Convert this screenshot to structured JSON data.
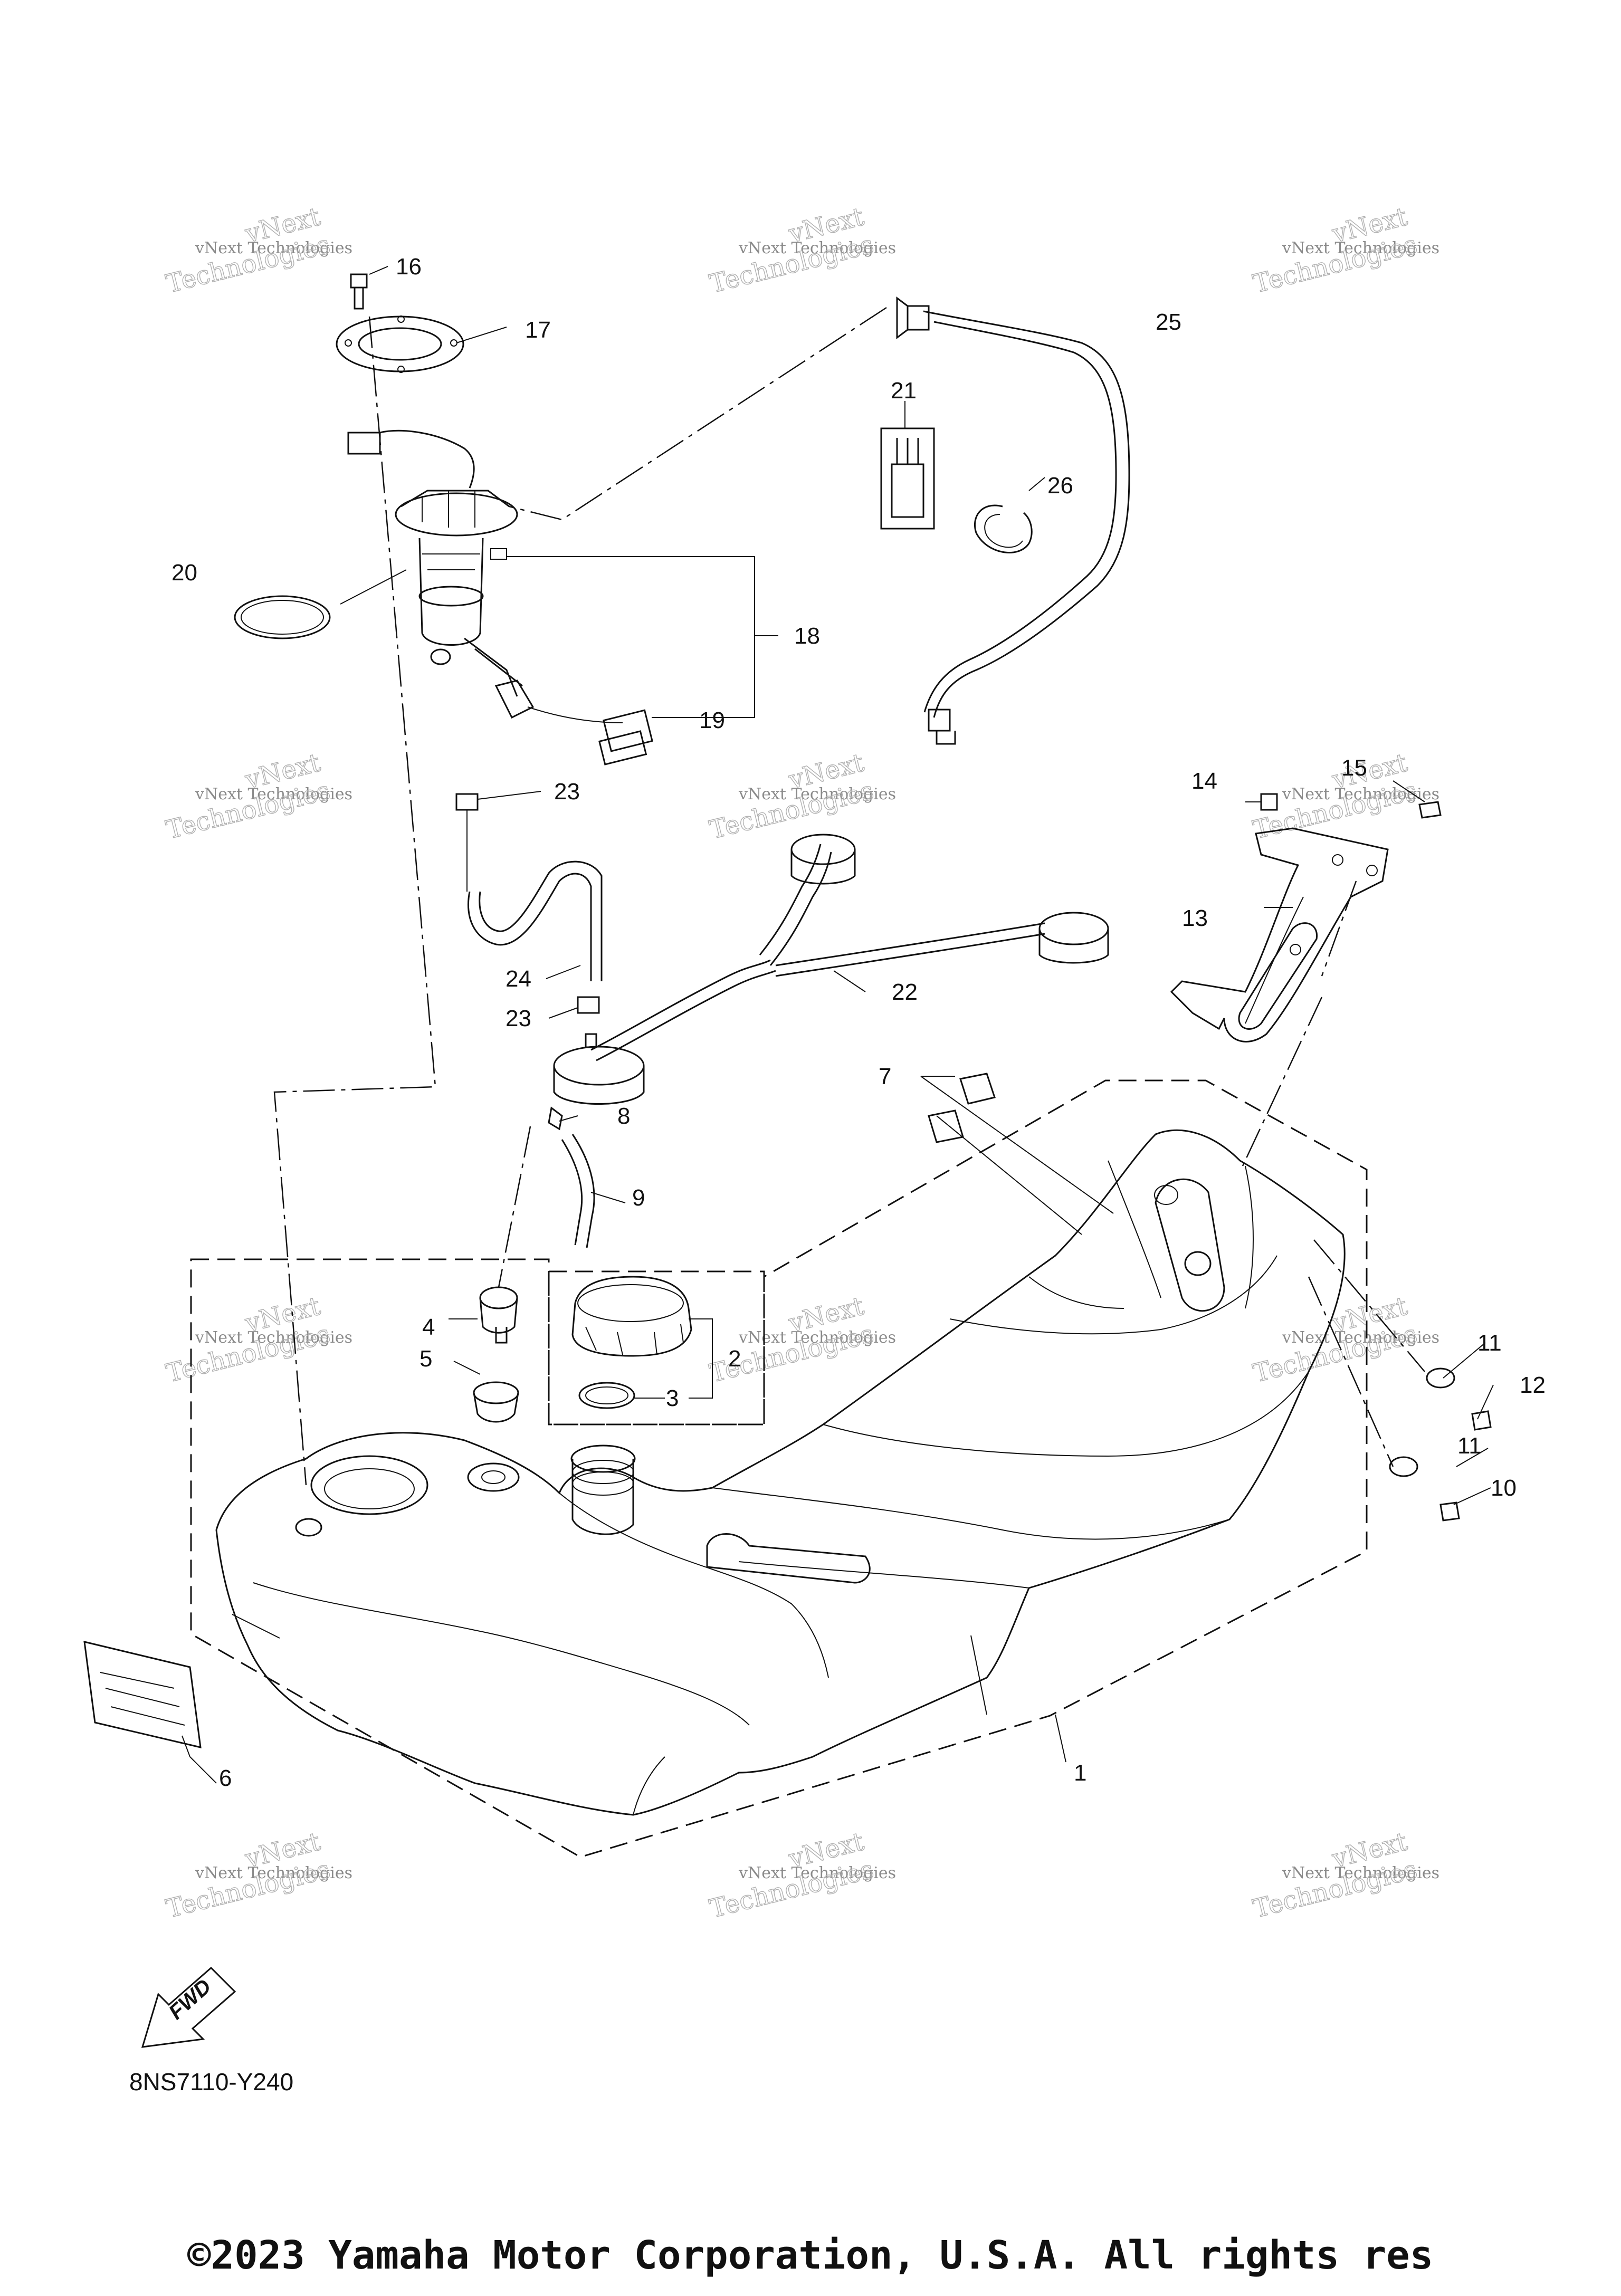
{
  "parts": {
    "p1": "1",
    "p2": "2",
    "p3": "3",
    "p4": "4",
    "p5": "5",
    "p6": "6",
    "p7": "7",
    "p8": "8",
    "p9": "9",
    "p10": "10",
    "p11a": "11",
    "p11b": "11",
    "p12": "12",
    "p13": "13",
    "p14": "14",
    "p15": "15",
    "p16": "16",
    "p17": "17",
    "p18": "18",
    "p19": "19",
    "p20": "20",
    "p21": "21",
    "p22": "22",
    "p23a": "23",
    "p23b": "23",
    "p24": "24",
    "p25": "25",
    "p26": "26"
  },
  "diagram_code": "8NS7110-Y240",
  "fwd_label": "FWD",
  "watermark": {
    "line1": "vNext Technologies",
    "line2": "vNext",
    "line3": "Technologies"
  },
  "copyright": "©2023 Yamaha Motor Corporation, U.S.A. All rights res"
}
